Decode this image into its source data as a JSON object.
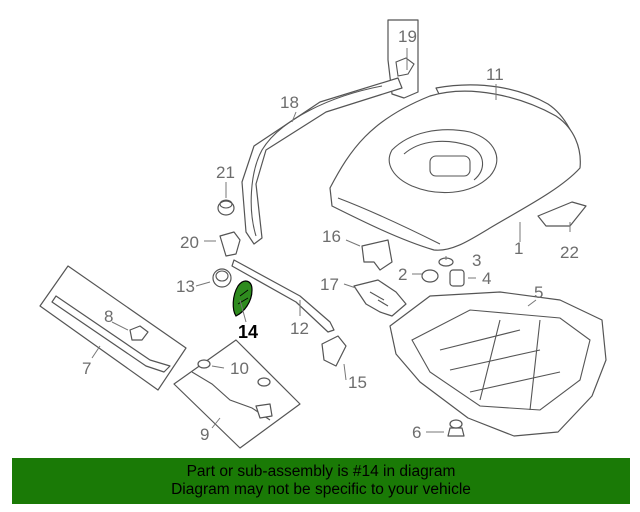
{
  "labels": {
    "p1": "1",
    "p2": "2",
    "p3": "3",
    "p4": "4",
    "p5": "5",
    "p6": "6",
    "p7": "7",
    "p8": "8",
    "p9": "9",
    "p10": "10",
    "p11": "11",
    "p12": "12",
    "p13": "13",
    "p14": "14",
    "p15": "15",
    "p16": "16",
    "p17": "17",
    "p18": "18",
    "p19": "19",
    "p20": "20",
    "p21": "21",
    "p22": "22"
  },
  "highlight": {
    "part": "14",
    "color": "#2e8b1e"
  },
  "banner": {
    "line1": "Part or sub-assembly is #14 in diagram",
    "line2": "Diagram may not be specific to your vehicle",
    "color": "#1a7a06"
  }
}
